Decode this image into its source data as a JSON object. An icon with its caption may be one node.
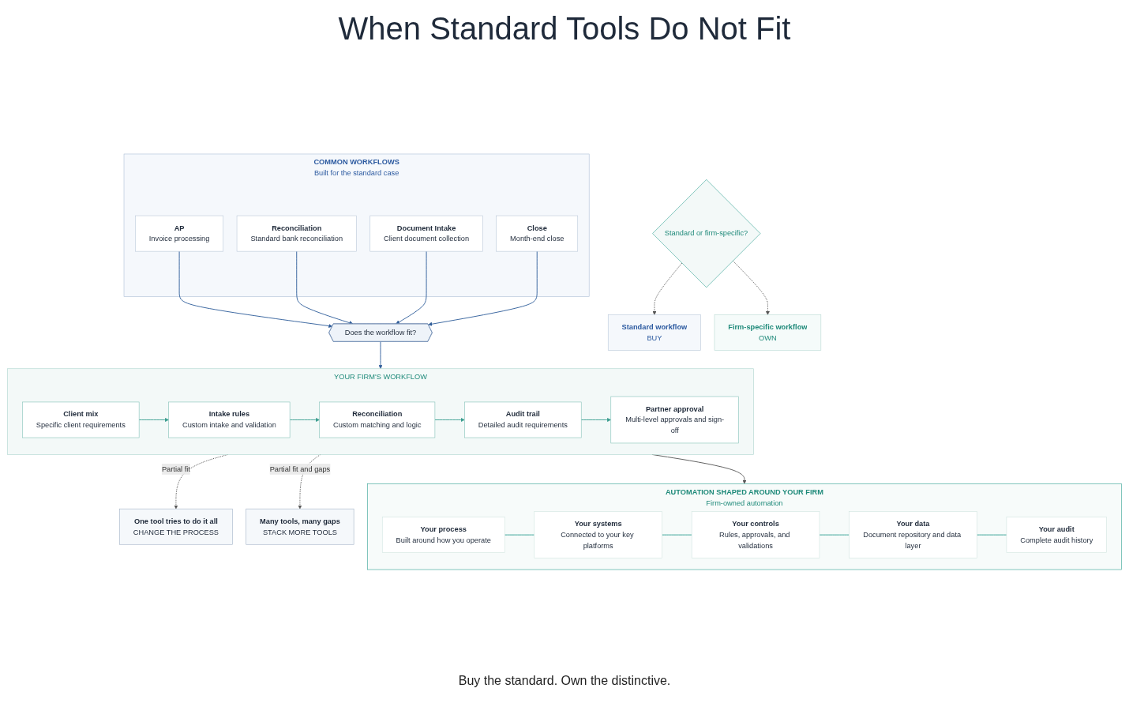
{
  "diagram": {
    "title": "When Standard Tools Do Not Fit",
    "nodes": [
      {
        "text": [
          "COMMON WORKFLOWS",
          "Built for the standard case"
        ]
      },
      {
        "text": [
          "AP",
          "Invoice processing"
        ],
        "in": 0
      },
      {
        "text": [
          "Reconciliation",
          "Standard bank reconciliation"
        ],
        "in": 0
      },
      {
        "text": [
          "Document Intake",
          "Client document collection"
        ],
        "in": 0
      },
      {
        "text": [
          "Close",
          "Month-end close"
        ],
        "in": 0
      },
      {
        "text": [
          "Does the workflow fit?"
        ]
      },
      {
        "text": [
          "One tool tries to do it all",
          "CHANGE THE PROCESS"
        ]
      },
      {
        "text": [
          "YOUR FIRM'S WORKFLOW"
        ]
      },
      {
        "text": [
          "Client mix",
          "Specific client requirements"
        ],
        "in": 7
      },
      {
        "text": [
          "Intake rules",
          "Custom intake and validation"
        ],
        "in": 7
      },
      {
        "text": [
          "Reconciliation",
          "Custom matching and logic"
        ],
        "in": 7
      },
      {
        "text": [
          "Audit trail",
          "Detailed audit requirements"
        ],
        "in": 7
      },
      {
        "text": [
          "Partner approval",
          "Multi-level approvals and sign-off"
        ],
        "in": 7
      },
      {
        "text": [
          "Many tools, many gaps",
          "STACK MORE TOOLS"
        ]
      },
      {
        "text": [
          "AUTOMATION SHAPED AROUND YOUR FIRM",
          "Firm-owned automation"
        ]
      },
      {
        "text": [
          "Your process",
          "Built around how you operate"
        ],
        "in": 14
      },
      {
        "text": [
          "Your systems",
          "Connected to your key platforms"
        ],
        "in": 14
      },
      {
        "text": [
          "Your controls",
          "Rules, approvals, and validations"
        ],
        "in": 14
      },
      {
        "text": [
          "Your data",
          "Document repository and data layer"
        ],
        "in": 14
      },
      {
        "text": [
          "Your audit",
          "Complete audit history"
        ],
        "in": 14
      },
      {
        "text": [
          "Standard workflow",
          "BUY"
        ]
      },
      {
        "text": [
          "Standard or firm-specific?"
        ]
      },
      {
        "text": [
          "Firm-specific workflow",
          "OWN"
        ]
      }
    ],
    "edges": [
      {
        "from": 1,
        "to": 5,
        "arrow": "to",
        "color": "#2f5d9a"
      },
      {
        "from": 2,
        "to": 5,
        "arrow": "to",
        "color": "#2f5d9a"
      },
      {
        "from": 3,
        "to": 5,
        "arrow": "to",
        "color": "#2f5d9a"
      },
      {
        "from": 4,
        "to": 5,
        "arrow": "to",
        "color": "#2f5d9a"
      },
      {
        "from": 5,
        "to": 7,
        "arrow": "to",
        "color": "#2f5d9a"
      },
      {
        "from": 7,
        "to": 6,
        "arrow": "to",
        "style": "dashed",
        "label": "Partial fit"
      },
      {
        "from": 8,
        "to": 9,
        "arrow": "to",
        "color": "#3a9d8f"
      },
      {
        "from": 9,
        "to": 10,
        "arrow": "to",
        "color": "#3a9d8f"
      },
      {
        "from": 10,
        "to": 11,
        "arrow": "to",
        "color": "#3a9d8f"
      },
      {
        "from": 11,
        "to": 12,
        "arrow": "to",
        "color": "#3a9d8f"
      },
      {
        "from": 7,
        "to": 13,
        "arrow": "to",
        "style": "dashed",
        "label": "Partial fit and gaps"
      },
      {
        "from": 7,
        "to": 14,
        "arrow": "to"
      },
      {
        "from": 15,
        "to": 16,
        "arrow": "none",
        "color": "#2a9d8f"
      },
      {
        "from": 16,
        "to": 17,
        "arrow": "none",
        "color": "#2a9d8f"
      },
      {
        "from": 17,
        "to": 18,
        "arrow": "none",
        "color": "#2a9d8f"
      },
      {
        "from": 18,
        "to": 19,
        "arrow": "none",
        "color": "#2a9d8f"
      },
      {
        "from": 21,
        "to": 20,
        "arrow": "to",
        "style": "dashed"
      },
      {
        "from": 21,
        "to": 22,
        "arrow": "to",
        "style": "dashed"
      }
    ],
    "labels": [
      "Buy the standard. Own the distinctive."
    ]
  }
}
